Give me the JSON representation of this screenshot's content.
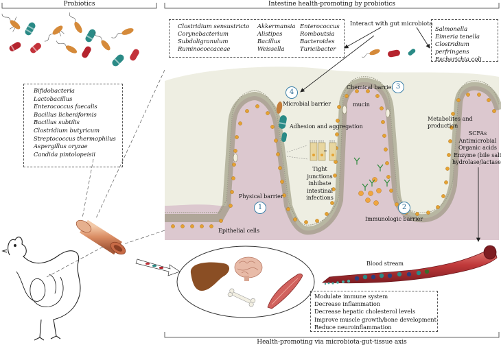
{
  "headers": {
    "probiotics": "Probiotics",
    "intestine": "Intestine health-promoting by probiotics",
    "axis": "Health-promoting via microbiota-gut-tissue axis"
  },
  "probiotic_species": [
    "Bifidobacteria",
    "Lactobacillus",
    "Enterococcus faecalis",
    "Bacillus licheniformis",
    "Bacillus subtilis",
    "Clostridium butyricum",
    "Streptococcus thermophilus",
    "Aspergillus oryzae",
    "Candida pintolopeisii"
  ],
  "gut_microbiota": {
    "col1": [
      "Clostridium sensustricto",
      "Corynebacterium",
      "Subdoligranulum",
      "Ruminococcaceae"
    ],
    "col2": [
      "Akkermansia",
      "Alistipes",
      "Bacillus",
      "Weissella"
    ],
    "col3": [
      "Enterococcus",
      "Romboutsia",
      "Bacteroides",
      "Turicibacter"
    ]
  },
  "interact_label": "Interact with gut microbiota",
  "pathogens": [
    "Salmonella",
    "Eimeria tenella",
    "Clostridium perfringens",
    "Escherichia coli"
  ],
  "barriers": {
    "microbial": {
      "num": "4",
      "label": "Microbial barrier"
    },
    "chemical": {
      "num": "3",
      "label": "Chemical barrier"
    },
    "physical": {
      "num": "1",
      "label": "Physical barrier"
    },
    "immunologic": {
      "num": "2",
      "label": "Immunologic barrier"
    }
  },
  "labels": {
    "mucin": "mucin",
    "adhesion": "Adhesion and aggregation",
    "tight_junctions": [
      "Tight junctions",
      "inhibate",
      "intestinal",
      "infections"
    ],
    "metabolites_title": "Metabolites and production",
    "metabolites": [
      "SCFAs",
      "Antimicrobial",
      "Organic acids",
      "Enzyme (bile salt",
      "hydrolase/lactase)"
    ],
    "epithelial": "Epithelial cells",
    "blood_stream": "Blood stream"
  },
  "effects": [
    "Modulate immune system",
    "Decrease inflammation",
    "Decrease hepatic cholesterol levels",
    "Improve muscle growth/bone development",
    "Reduce neuroinflammation"
  ]
}
